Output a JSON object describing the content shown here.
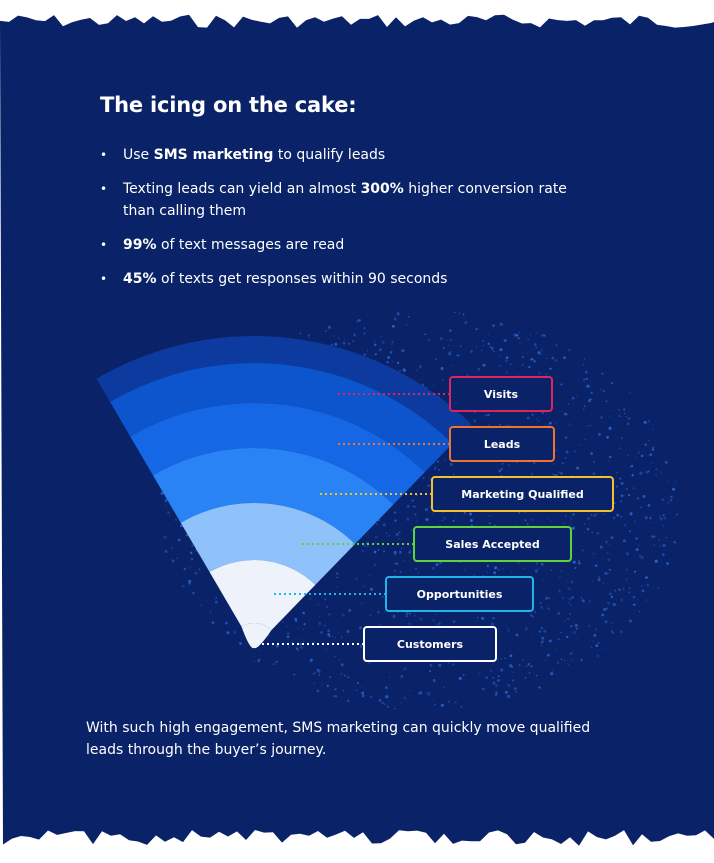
{
  "title": "The icing on the cake:",
  "bullets": [
    {
      "before": "Use ",
      "bold": "SMS marketing",
      "after": " to qualify leads"
    },
    {
      "before": "Texting leads can yield an almost ",
      "bold": "300%",
      "after": " higher conversion rate than calling them"
    },
    {
      "before": "",
      "bold": "99%",
      "after": " of text messages are read"
    },
    {
      "before": "",
      "bold": "45%",
      "after": " of texts get responses within 90 seconds"
    }
  ],
  "funnel": {
    "stages": [
      {
        "label": "Visits",
        "border": "#e0245e",
        "fill": "#0d3a9e"
      },
      {
        "label": "Leads",
        "border": "#f0732f",
        "fill": "#0d55cc"
      },
      {
        "label": "Marketing Qualified",
        "border": "#f2c12e",
        "fill": "#1667e6"
      },
      {
        "label": "Sales Accepted",
        "border": "#5ed438",
        "fill": "#2a83f5"
      },
      {
        "label": "Opportunities",
        "border": "#1fb5e8",
        "fill": "#8fc2fb"
      },
      {
        "label": "Customers",
        "border": "#ffffff",
        "fill": "#eef3fb"
      }
    ]
  },
  "footer": "With such high engagement, SMS marketing can quickly move qualified leads through the buyer’s journey.",
  "colors": {
    "background": "#0a2368",
    "page": "#ffffff"
  }
}
